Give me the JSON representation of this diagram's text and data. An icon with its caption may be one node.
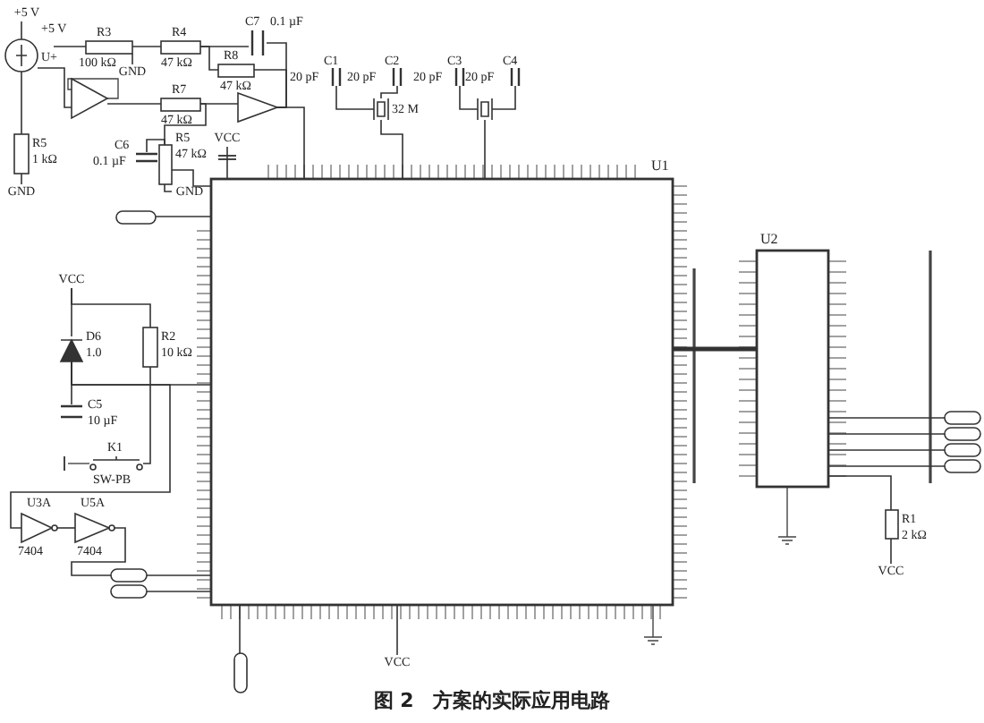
{
  "diagram": {
    "caption": "图 2　方案的实际应用电路",
    "nodes": [
      {
        "text": [
          "+5 V"
        ]
      },
      {
        "text": [
          "U+"
        ]
      },
      {
        "text": [
          "R3",
          "100 kΩ"
        ]
      },
      {
        "text": [
          "R4",
          "47 kΩ"
        ]
      },
      {
        "text": [
          "C7",
          "0.1 µF"
        ]
      },
      {
        "text": [
          "R8",
          "47 kΩ"
        ]
      },
      {
        "text": [],
        "shape": "triangle"
      },
      {
        "text": [
          "R7",
          "47 kΩ"
        ]
      },
      {
        "text": [],
        "shape": "triangle"
      },
      {
        "text": [
          "R5",
          "1 kΩ"
        ]
      },
      {
        "text": [
          "GND"
        ]
      },
      {
        "text": [
          "GND"
        ]
      },
      {
        "text": [
          "C6",
          "0.1 µF"
        ]
      },
      {
        "text": [
          "R5",
          "47 kΩ"
        ]
      },
      {
        "text": [
          "GND"
        ]
      },
      {
        "text": [
          "VCC"
        ]
      },
      {
        "text": [
          "C1",
          "20 pF"
        ]
      },
      {
        "text": [
          "C2",
          "20 pF"
        ]
      },
      {
        "text": [
          "32 M"
        ]
      },
      {
        "text": [
          "C3",
          "20 pF"
        ]
      },
      {
        "text": [
          "C4",
          "20 pF"
        ]
      },
      {
        "text": [],
        "shape": "box"
      },
      {
        "text": [
          "U1"
        ]
      },
      {
        "text": [
          "VCC"
        ]
      },
      {
        "text": [
          "D6",
          "1.0"
        ]
      },
      {
        "text": [
          "R2",
          "10 kΩ"
        ]
      },
      {
        "text": [
          "C5",
          "10 µF"
        ]
      },
      {
        "text": [
          "K1",
          "SW-PB"
        ]
      },
      {
        "text": [
          "U3A",
          "7404"
        ]
      },
      {
        "text": [
          "U5A",
          "7404"
        ]
      },
      {
        "text": [
          "U2"
        ]
      },
      {
        "text": [
          "R1",
          "2 kΩ"
        ]
      },
      {
        "text": [
          "VCC"
        ]
      },
      {
        "text": [
          "VCC"
        ]
      },
      {
        "text": [],
        "shape": "oval"
      },
      {
        "text": [],
        "shape": "oval"
      },
      {
        "text": [],
        "shape": "oval"
      },
      {
        "text": [],
        "shape": "oval"
      },
      {
        "text": [],
        "shape": "oval"
      },
      {
        "text": [],
        "shape": "oval"
      },
      {
        "text": [],
        "shape": "oval"
      },
      {
        "text": [],
        "shape": "oval"
      }
    ],
    "edges": [
      {
        "from": 0,
        "to": 1,
        "arrow": "none"
      },
      {
        "from": 1,
        "to": 9,
        "arrow": "none"
      },
      {
        "from": 9,
        "to": 10,
        "arrow": "none"
      },
      {
        "from": 2,
        "to": 3,
        "arrow": "none"
      },
      {
        "from": 2,
        "to": 11,
        "arrow": "none"
      },
      {
        "from": 3,
        "to": 4,
        "arrow": "none"
      },
      {
        "from": 3,
        "to": 5,
        "arrow": "none"
      },
      {
        "from": 5,
        "to": 8,
        "arrow": "none"
      },
      {
        "from": 4,
        "to": 8,
        "arrow": "none"
      },
      {
        "from": 1,
        "to": 6,
        "arrow": "none"
      },
      {
        "from": 6,
        "to": 7,
        "arrow": "none"
      },
      {
        "from": 7,
        "to": 8,
        "arrow": "none"
      },
      {
        "from": 7,
        "to": 13,
        "arrow": "none"
      },
      {
        "from": 12,
        "to": 13,
        "arrow": "none"
      },
      {
        "from": 13,
        "to": 14,
        "arrow": "none"
      },
      {
        "from": 8,
        "to": 22,
        "arrow": "none"
      },
      {
        "from": 13,
        "to": 22,
        "arrow": "none"
      },
      {
        "from": 15,
        "to": 22,
        "arrow": "none"
      },
      {
        "from": 16,
        "to": 18,
        "arrow": "none"
      },
      {
        "from": 17,
        "to": 18,
        "arrow": "none"
      },
      {
        "from": 19,
        "to": 21,
        "arrow": "none"
      },
      {
        "from": 20,
        "to": 21,
        "arrow": "none"
      },
      {
        "from": 18,
        "to": 22,
        "arrow": "none"
      },
      {
        "from": 21,
        "to": 22,
        "arrow": "none"
      },
      {
        "from": 34,
        "to": 22,
        "arrow": "none"
      },
      {
        "from": 23,
        "to": 24,
        "arrow": "none"
      },
      {
        "from": 23,
        "to": 25,
        "arrow": "none"
      },
      {
        "from": 24,
        "to": 26,
        "arrow": "none"
      },
      {
        "from": 24,
        "to": 22,
        "arrow": "none"
      },
      {
        "from": 25,
        "to": 27,
        "arrow": "none"
      },
      {
        "from": 24,
        "to": 28,
        "arrow": "none"
      },
      {
        "from": 28,
        "to": 29,
        "arrow": "none"
      },
      {
        "from": 29,
        "to": 35,
        "arrow": "none"
      },
      {
        "from": 35,
        "to": 22,
        "arrow": "none"
      },
      {
        "from": 36,
        "to": 22,
        "arrow": "none"
      },
      {
        "from": 37,
        "to": 22,
        "arrow": "none"
      },
      {
        "from": 33,
        "to": 22,
        "arrow": "none"
      },
      {
        "from": 22,
        "to": 30,
        "arrow": "none",
        "style": "thick"
      },
      {
        "from": 30,
        "to": 38,
        "arrow": "none"
      },
      {
        "from": 30,
        "to": 39,
        "arrow": "none"
      },
      {
        "from": 30,
        "to": 40,
        "arrow": "none"
      },
      {
        "from": 30,
        "to": 41,
        "arrow": "none"
      },
      {
        "from": 30,
        "to": 31,
        "arrow": "none"
      },
      {
        "from": 31,
        "to": 32,
        "arrow": "none"
      }
    ],
    "labels": [
      "+5 V"
    ]
  }
}
